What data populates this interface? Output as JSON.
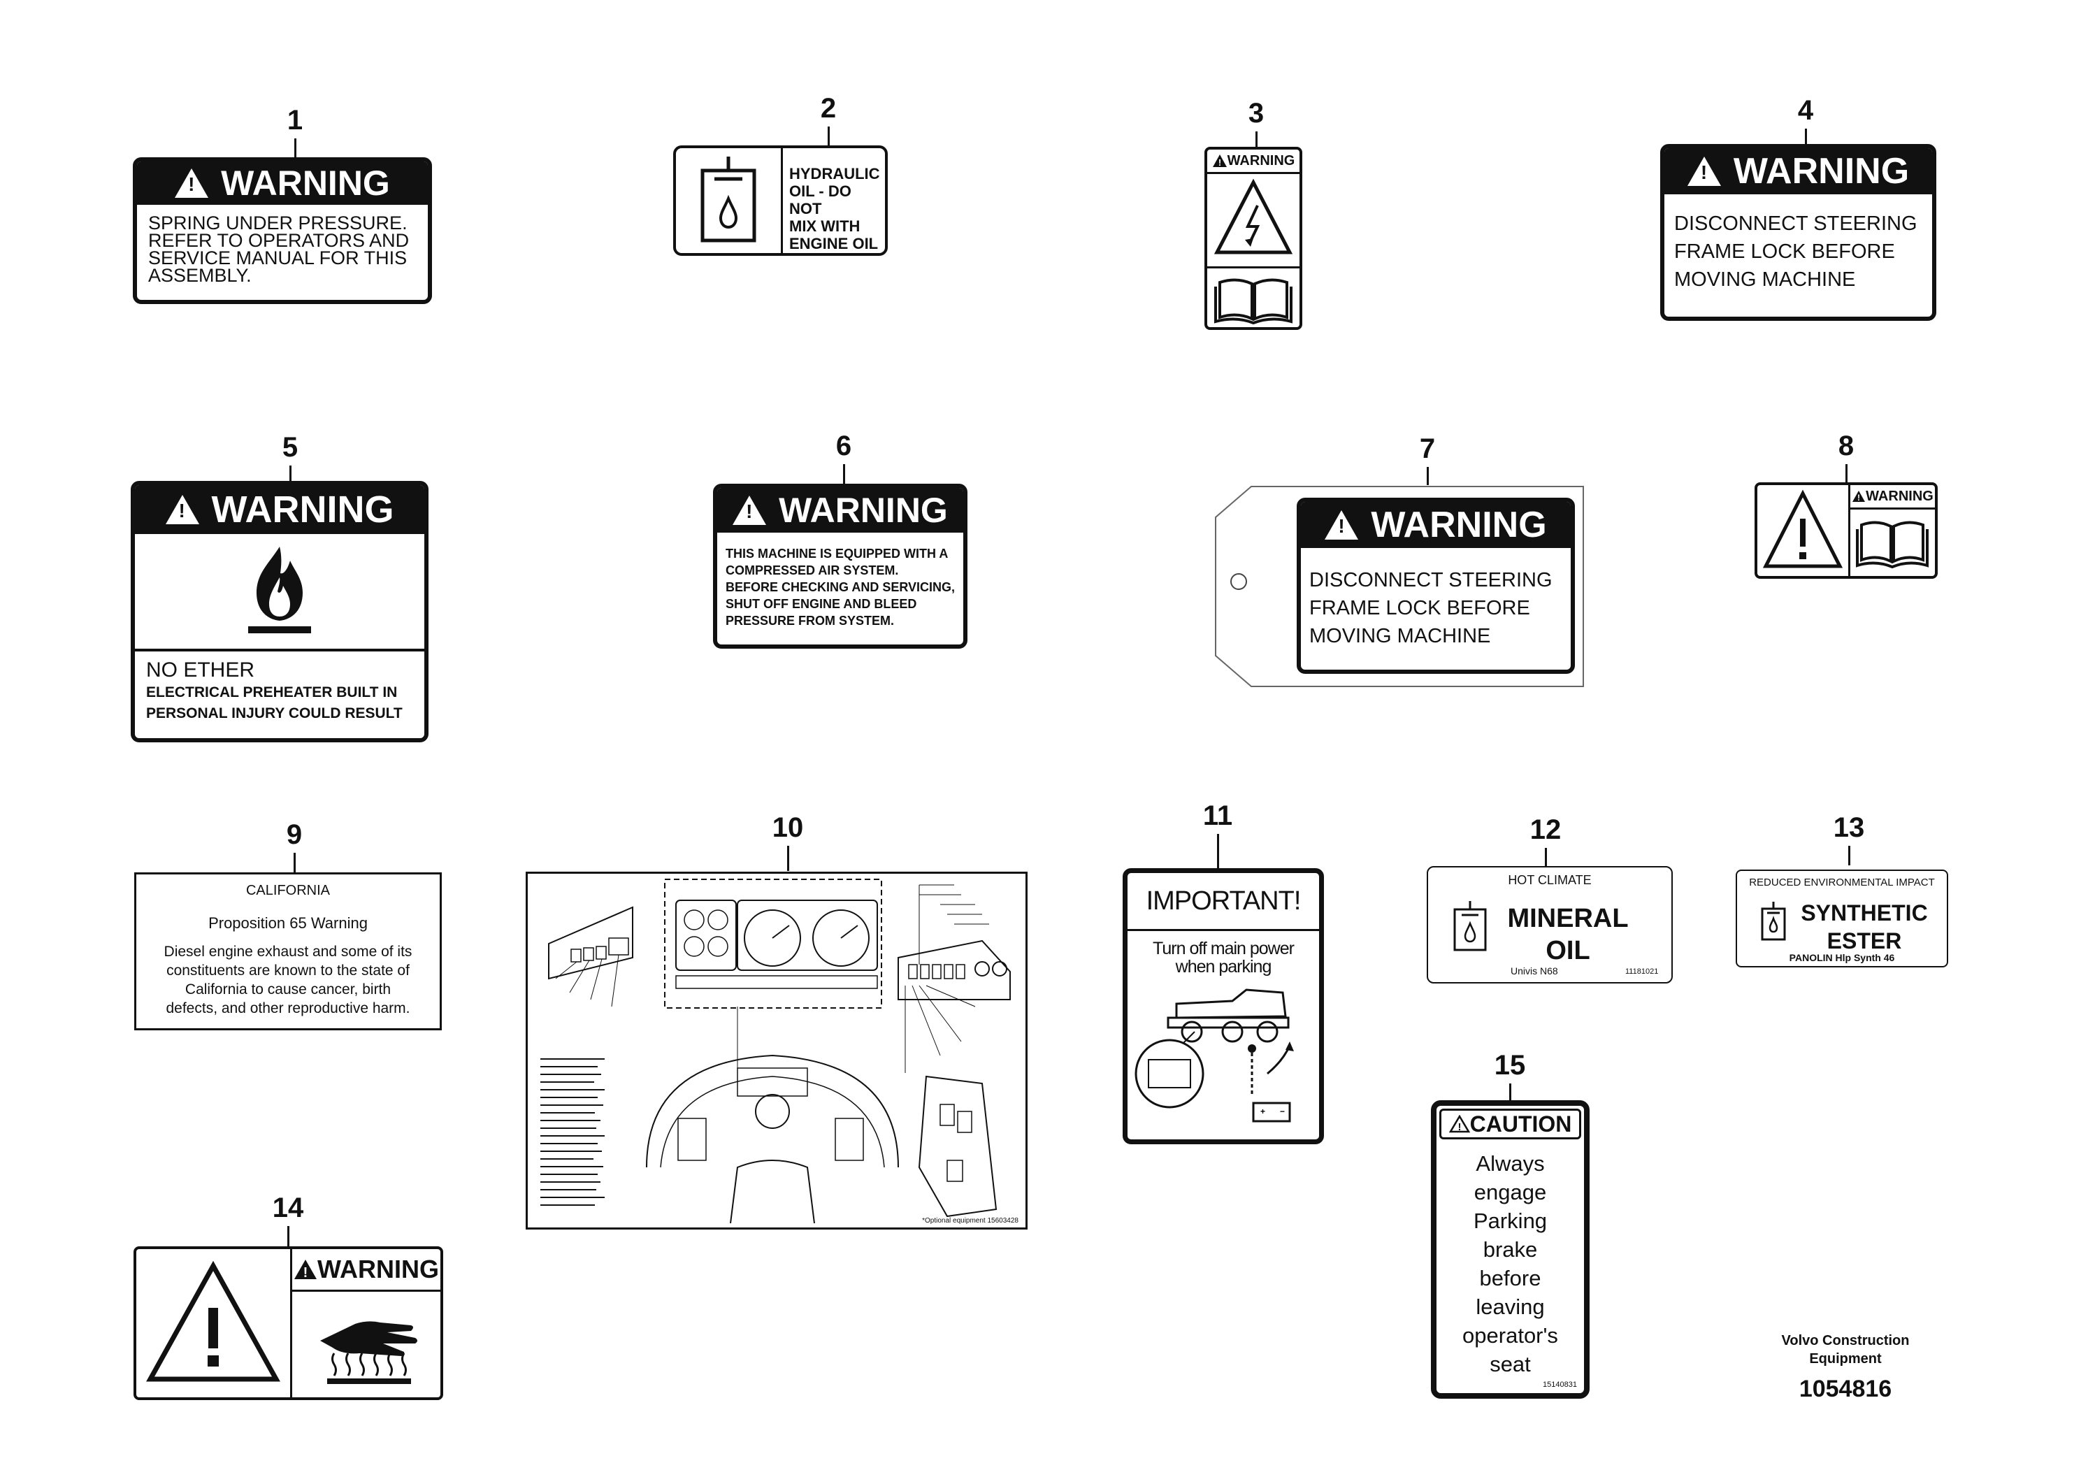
{
  "labels": [
    {
      "num": "1"
    },
    {
      "num": "2"
    },
    {
      "num": "3"
    },
    {
      "num": "4"
    },
    {
      "num": "5"
    },
    {
      "num": "6"
    },
    {
      "num": "7"
    },
    {
      "num": "8"
    },
    {
      "num": "9"
    },
    {
      "num": "10"
    },
    {
      "num": "11"
    },
    {
      "num": "12"
    },
    {
      "num": "13"
    },
    {
      "num": "14"
    },
    {
      "num": "15"
    }
  ],
  "decal1": {
    "header": "WARNING",
    "lines": [
      "SPRING UNDER PRESSURE.",
      "REFER TO OPERATORS AND",
      "SERVICE MANUAL FOR THIS",
      "ASSEMBLY."
    ]
  },
  "decal2": {
    "lines": [
      "HYDRAULIC",
      "OIL - DO NOT",
      "MIX WITH",
      "ENGINE OIL"
    ]
  },
  "decal3": {
    "header": "WARNING"
  },
  "decal4": {
    "header": "WARNING",
    "lines": [
      "DISCONNECT STEERING",
      "FRAME LOCK BEFORE",
      "MOVING MACHINE"
    ]
  },
  "decal5": {
    "header": "WARNING",
    "title": "NO ETHER",
    "lines": [
      "ELECTRICAL PREHEATER BUILT IN",
      "PERSONAL INJURY COULD RESULT"
    ]
  },
  "decal6": {
    "header": "WARNING",
    "lines": [
      "THIS MACHINE IS EQUIPPED WITH A",
      "COMPRESSED AIR SYSTEM.",
      "BEFORE CHECKING AND SERVICING,",
      "SHUT OFF ENGINE AND BLEED",
      "PRESSURE FROM SYSTEM."
    ]
  },
  "decal7": {
    "header": "WARNING",
    "lines": [
      "DISCONNECT STEERING",
      "FRAME LOCK BEFORE",
      "MOVING MACHINE"
    ]
  },
  "decal8": {
    "header": "WARNING"
  },
  "decal9": {
    "title": "CALIFORNIA",
    "subtitle": "Proposition 65 Warning",
    "lines": [
      "Diesel engine exhaust and some of its",
      "constituents are known to the state of",
      "California to cause cancer, birth",
      "defects, and other reproductive harm."
    ]
  },
  "decal10": {
    "code": "15603428",
    "footnote": "*Optional equipment"
  },
  "decal11": {
    "header": "IMPORTANT!",
    "lines": [
      "Turn off main power",
      "when parking"
    ]
  },
  "decal12": {
    "title": "HOT CLIMATE",
    "main1": "MINERAL",
    "main2": "OIL",
    "brand": "Univis N68",
    "code": "11181021"
  },
  "decal13": {
    "title": "REDUCED ENVIRONMENTAL IMPACT",
    "main1": "SYNTHETIC",
    "main2": "ESTER",
    "brand": "PANOLIN Hlp Synth 46"
  },
  "decal14": {
    "header": "WARNING"
  },
  "decal15": {
    "header": "CAUTION",
    "lines": [
      "Always",
      "engage",
      "Parking",
      "brake",
      "before",
      "leaving",
      "operator's",
      "seat"
    ],
    "code": "15140831"
  },
  "footer": {
    "company1": "Volvo Construction",
    "company2": "Equipment",
    "drawing_no": "1054816"
  }
}
